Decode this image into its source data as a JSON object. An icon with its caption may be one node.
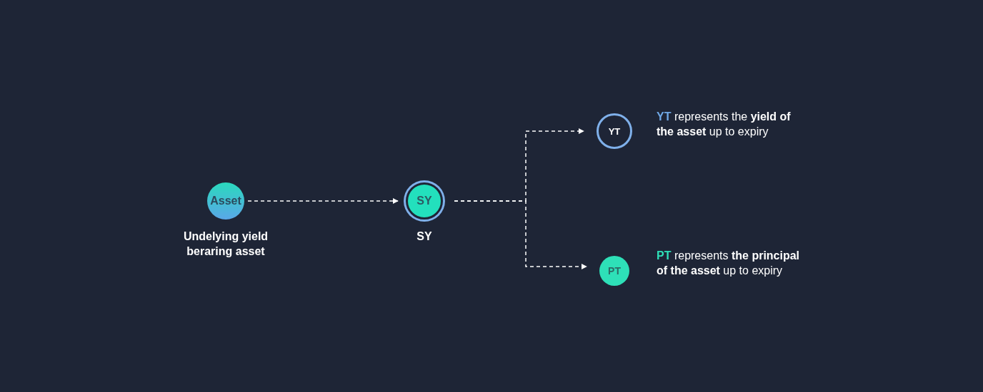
{
  "diagram": {
    "nodes": [
      {
        "text": [
          "Asset"
        ],
        "beside": [
          "Undelying yield beraring asset"
        ]
      },
      {
        "text": [
          "SY"
        ],
        "beside": [
          "SY"
        ]
      },
      {
        "text": [
          "YT"
        ],
        "beside": [
          "**YT** represents the **yield of the asset** up to expiry"
        ]
      },
      {
        "text": [
          "PT"
        ],
        "beside": [
          "**PT** represents **the principal of the asset** up to expiry"
        ]
      }
    ],
    "edges": [
      {
        "from": 0,
        "to": 1,
        "arrow": "to"
      },
      {
        "from": 1,
        "to": 2,
        "arrow": "to"
      },
      {
        "from": 1,
        "to": 3,
        "arrow": "to"
      }
    ]
  }
}
